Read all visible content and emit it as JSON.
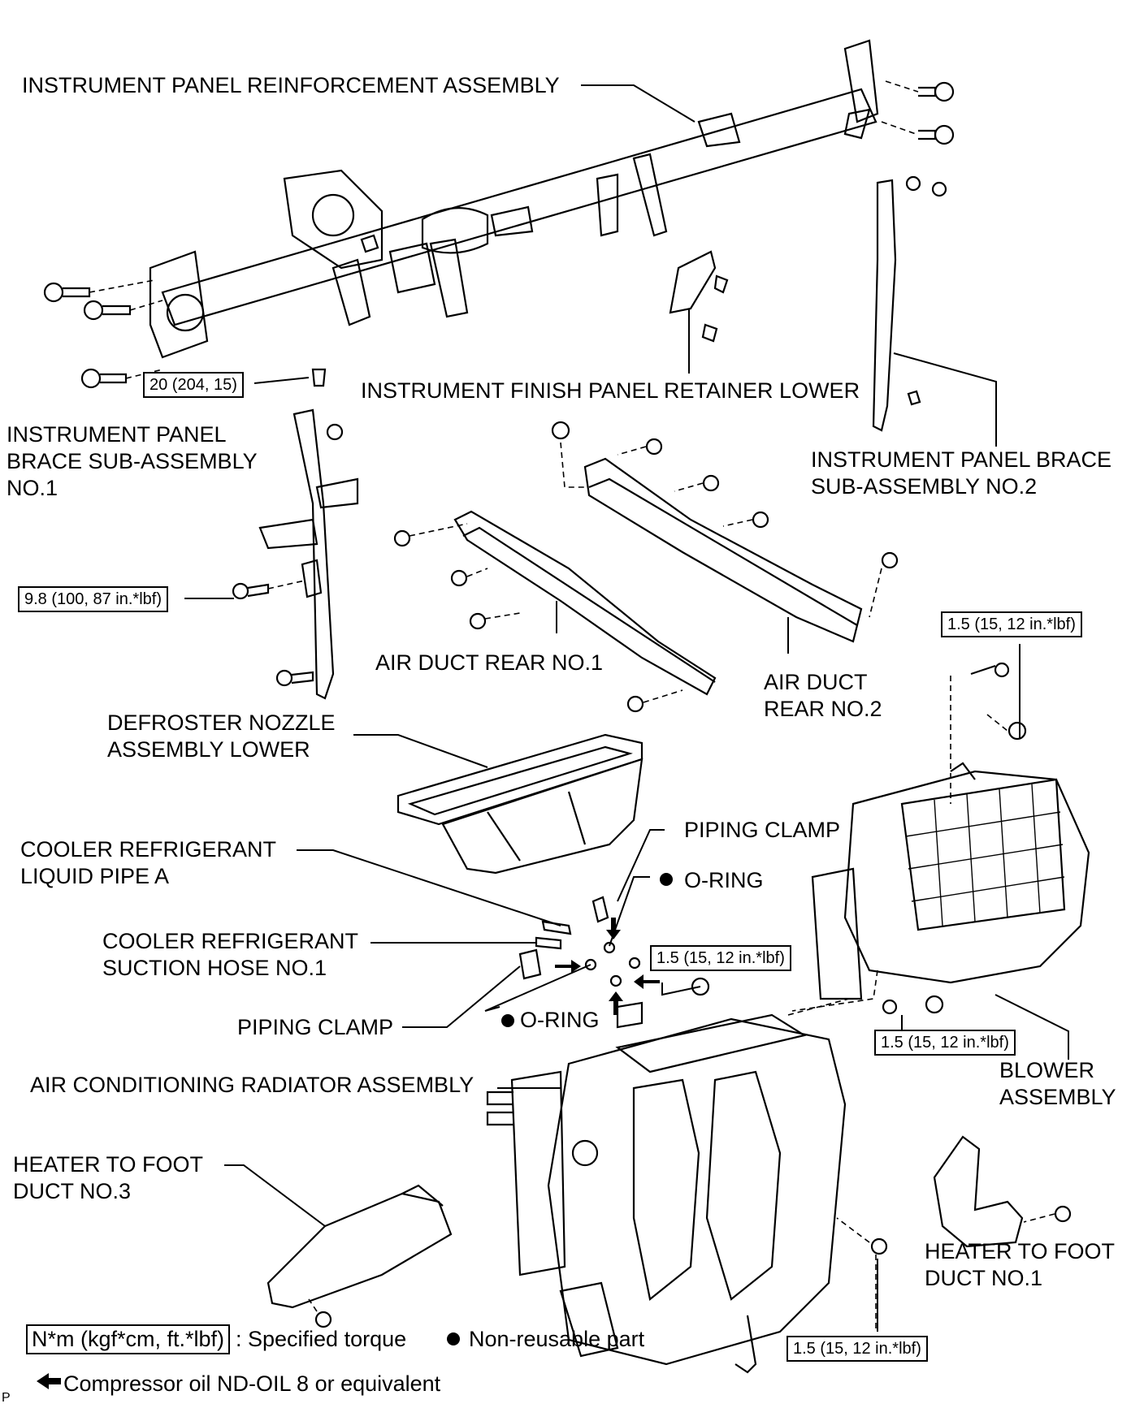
{
  "labels": {
    "ip_reinforcement": "INSTRUMENT PANEL REINFORCEMENT ASSEMBLY",
    "finish_panel_retainer": "INSTRUMENT FINISH PANEL RETAINER LOWER",
    "brace_no1_line1": "INSTRUMENT PANEL",
    "brace_no1_line2": "BRACE SUB-ASSEMBLY",
    "brace_no1_line3": "NO.1",
    "brace_no2_line1": "INSTRUMENT PANEL BRACE",
    "brace_no2_line2": "SUB-ASSEMBLY NO.2",
    "air_duct_rear_no1": "AIR DUCT REAR NO.1",
    "air_duct_rear_no2_line1": "AIR DUCT",
    "air_duct_rear_no2_line2": "REAR NO.2",
    "defroster_line1": "DEFROSTER NOZZLE",
    "defroster_line2": "ASSEMBLY LOWER",
    "liquid_pipe_line1": "COOLER REFRIGERANT",
    "liquid_pipe_line2": "LIQUID PIPE A",
    "suction_hose_line1": "COOLER REFRIGERANT",
    "suction_hose_line2": "SUCTION HOSE NO.1",
    "piping_clamp_top": "PIPING CLAMP",
    "piping_clamp_bottom": "PIPING CLAMP",
    "oring_top": "O-RING",
    "oring_bottom": "O-RING",
    "ac_radiator": "AIR CONDITIONING RADIATOR ASSEMBLY",
    "blower_line1": "BLOWER",
    "blower_line2": "ASSEMBLY",
    "foot_duct3_line1": "HEATER TO FOOT",
    "foot_duct3_line2": "DUCT NO.3",
    "foot_duct1_line1": "HEATER TO FOOT",
    "foot_duct1_line2": "DUCT NO.1",
    "corner_letter": "P"
  },
  "torques": {
    "t_20": "20 (204, 15)",
    "t_9_8": "9.8 (100, 87 in.*lbf)",
    "t_blower_top": "1.5 (15, 12 in.*lbf)",
    "t_mid": "1.5 (15, 12 in.*lbf)",
    "t_blower_bottom": "1.5 (15, 12 in.*lbf)",
    "t_radiator": "1.5 (15, 12 in.*lbf)"
  },
  "legend": {
    "torque_unit_box": "N*m (kgf*cm, ft.*lbf)",
    "torque_text": ": Specified torque",
    "non_reusable_text": "Non-reusable part",
    "oil_text": "Compressor oil ND-OIL 8 or equivalent"
  }
}
